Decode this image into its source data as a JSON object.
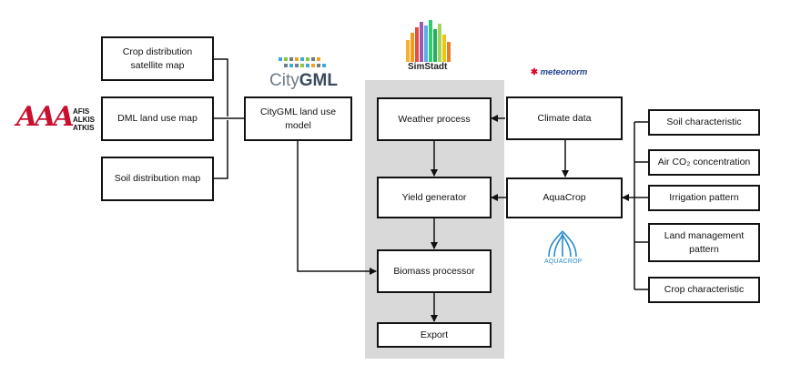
{
  "boxes": {
    "crop_distribution": "Crop distribution satellite map",
    "dml_land_use": "DML land use map",
    "soil_distribution": "Soil distribution map",
    "citygml_model": "CityGML land use model",
    "weather_process": "Weather process",
    "yield_generator": "Yield generator",
    "biomass_processor": "Biomass processor",
    "export": "Export",
    "climate_data": "Climate data",
    "aquacrop": "AquaCrop",
    "soil_characteristic": "Soil characteristic",
    "air_co2": "Air CO₂ concentration",
    "irrigation_pattern": "Irrigation pattern",
    "land_management": "Land management pattern",
    "crop_characteristic": "Crop characteristic"
  },
  "logos": {
    "aaa_letters": "AAA",
    "aaa_words": [
      "AFIS",
      "ALKIS",
      "ATKIS"
    ],
    "citygml_prefix": "City",
    "citygml_suffix": "GML",
    "simstadt": "SimStadt",
    "meteonorm": "meteonorm",
    "aquacrop": "AQUACROP"
  },
  "colors": {
    "panel": "#d9d9d9",
    "box_border": "#111111",
    "aaa_red": "#c8102e",
    "citygml_gray": "#6f7b86",
    "aquacrop_blue": "#2a8ccf",
    "meteonorm_blue": "#1f3f8a"
  }
}
